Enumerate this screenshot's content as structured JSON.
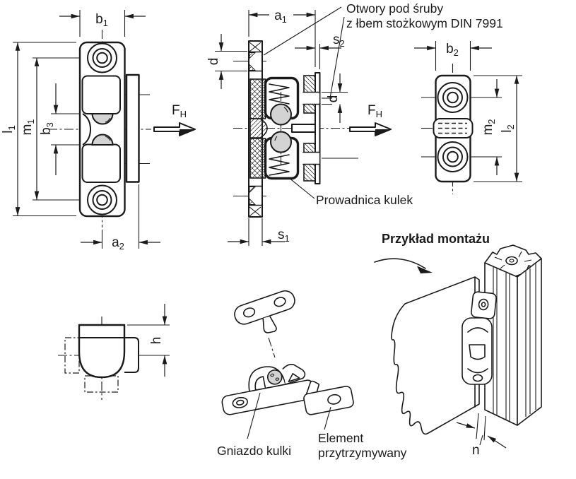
{
  "notes": {
    "screw_holes_line1": "Otwory pod śruby",
    "screw_holes_line2": "z łbem stożkowym DIN 7991",
    "ball_guide": "Prowadnica kulek",
    "ball_socket": "Gniazdo kulki",
    "retained_element_line1": "Element",
    "retained_element_line2": "przytrzymywany",
    "mounting_example_title": "Przykład montażu"
  },
  "force": {
    "base": "F",
    "sub": "H"
  },
  "dims": {
    "b1": {
      "base": "b",
      "sub": "1"
    },
    "l1": {
      "base": "l",
      "sub": "1"
    },
    "m1": {
      "base": "m",
      "sub": "1"
    },
    "b3": {
      "base": "b",
      "sub": "3"
    },
    "a2": {
      "base": "a",
      "sub": "2"
    },
    "a1": {
      "base": "a",
      "sub": "1"
    },
    "d_left": {
      "base": "d",
      "sub": ""
    },
    "s2": {
      "base": "s",
      "sub": "2"
    },
    "d_right": {
      "base": "d",
      "sub": ""
    },
    "s1": {
      "base": "s",
      "sub": "1"
    },
    "b2": {
      "base": "b",
      "sub": "2"
    },
    "m2": {
      "base": "m",
      "sub": "2"
    },
    "l2": {
      "base": "l",
      "sub": "2"
    },
    "h": {
      "base": "h",
      "sub": ""
    },
    "n": {
      "base": "n",
      "sub": ""
    }
  },
  "colors": {
    "line": "#1a1a1a",
    "ball_fill": "#d3d3d3",
    "background": "#ffffff"
  }
}
